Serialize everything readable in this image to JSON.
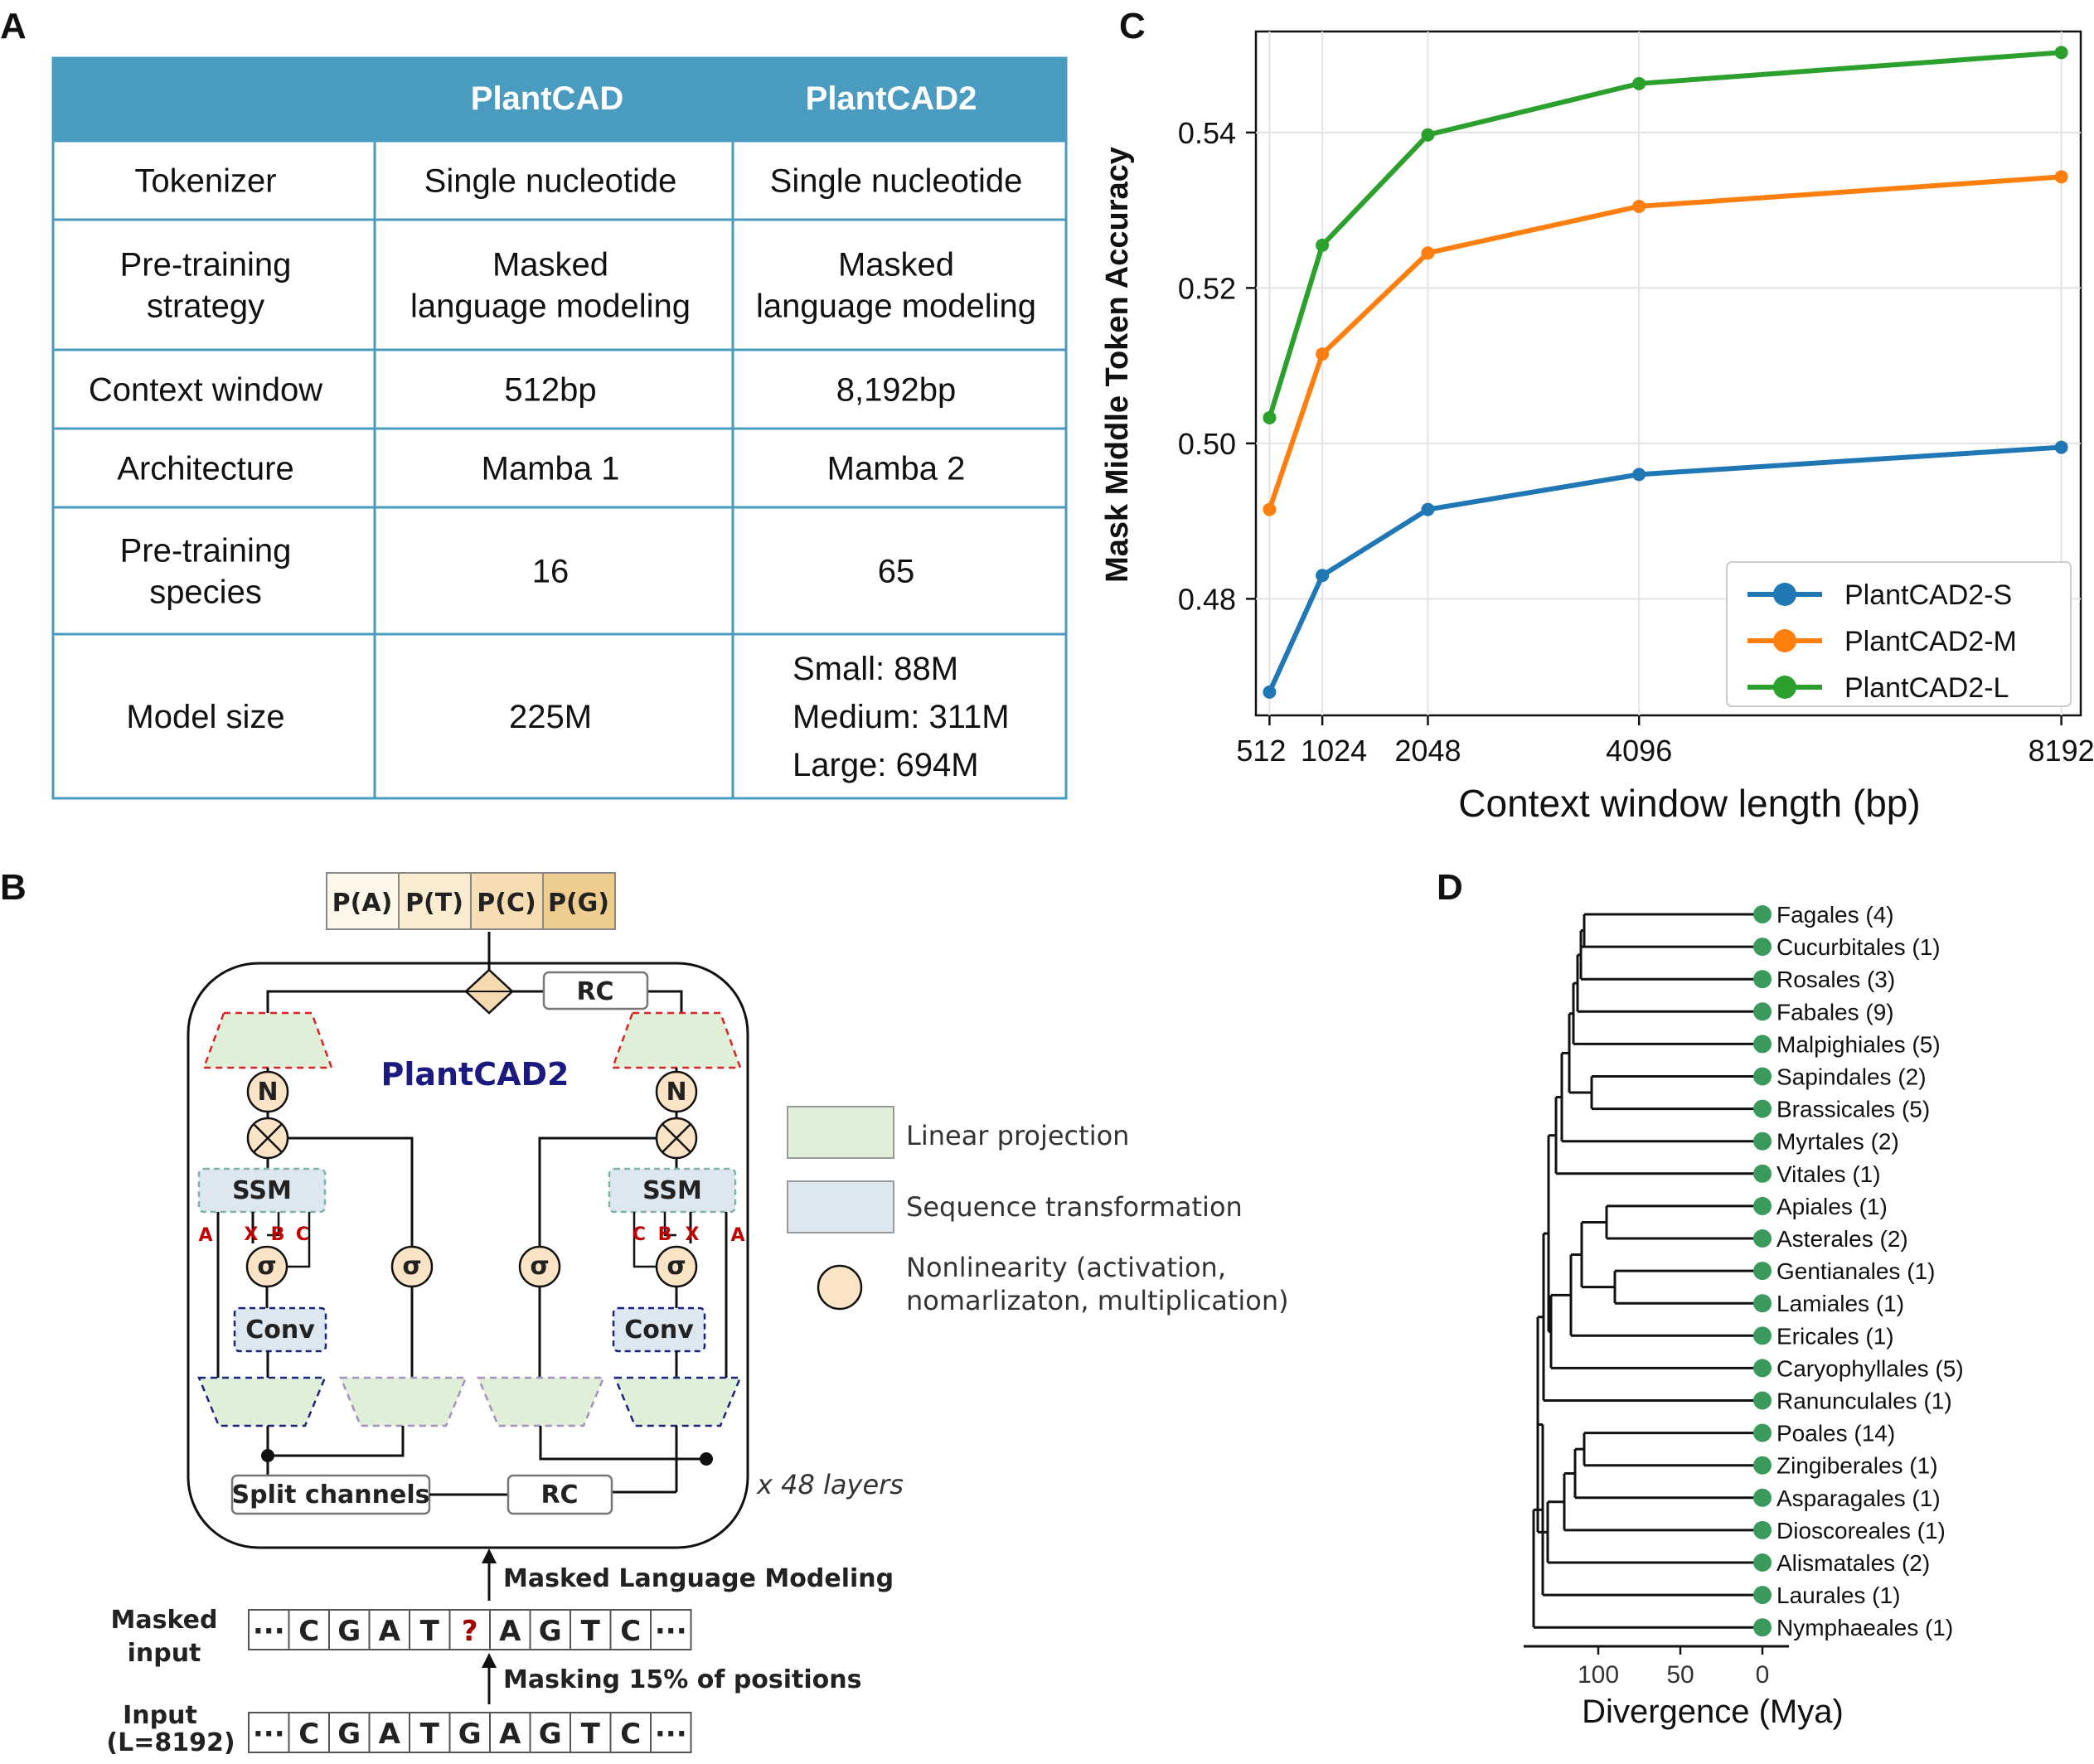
{
  "panels": {
    "A": "A",
    "B": "B",
    "C": "C",
    "D": "D"
  },
  "table": {
    "headers": [
      "",
      "PlantCAD",
      "PlantCAD2"
    ],
    "header_color": "#4a9bc0",
    "rows": [
      {
        "label": [
          "Tokenizer"
        ],
        "plantcad": [
          "Single nucleotide"
        ],
        "plantcad2": [
          "Single nucleotide"
        ]
      },
      {
        "label": [
          "Pre-training",
          "strategy"
        ],
        "plantcad": [
          "Masked",
          "language modeling"
        ],
        "plantcad2": [
          "Masked",
          "language modeling"
        ]
      },
      {
        "label": [
          "Context window"
        ],
        "plantcad": [
          "512bp"
        ],
        "plantcad2": [
          "8,192bp"
        ]
      },
      {
        "label": [
          "Architecture"
        ],
        "plantcad": [
          "Mamba 1"
        ],
        "plantcad2": [
          "Mamba 2"
        ]
      },
      {
        "label": [
          "Pre-training",
          "species"
        ],
        "plantcad": [
          "16"
        ],
        "plantcad2": [
          "65"
        ]
      },
      {
        "label": [
          "Model size"
        ],
        "plantcad": [
          "225M"
        ],
        "plantcad2": [
          "Small: 88M",
          "Medium: 311M",
          "Large: 694M"
        ]
      }
    ]
  },
  "chart_data": {
    "type": "line",
    "x": [
      512,
      1024,
      2048,
      4096,
      8192
    ],
    "xticks": [
      "512",
      "1024",
      "2048",
      "4096",
      "8192"
    ],
    "yticks": [
      "0.48",
      "0.50",
      "0.52",
      "0.54"
    ],
    "xlabel": "Context window length (bp)",
    "ylabel": "Mask Middle Token Accuracy",
    "xlim": [
      380,
      8380
    ],
    "ylim": [
      0.465,
      0.553
    ],
    "grid": true,
    "legend_position": "bottom-right",
    "series": [
      {
        "name": "PlantCAD2-S",
        "color": "#1f77b4",
        "values": [
          0.468,
          0.483,
          0.4915,
          0.496,
          0.4995
        ]
      },
      {
        "name": "PlantCAD2-M",
        "color": "#ff7f0e",
        "values": [
          0.4915,
          0.5115,
          0.5245,
          0.5305,
          0.5343
        ]
      },
      {
        "name": "PlantCAD2-L",
        "color": "#2ca02c",
        "values": [
          0.5033,
          0.5255,
          0.5397,
          0.5463,
          0.5503
        ]
      }
    ]
  },
  "diagram": {
    "outputs": [
      "P(A)",
      "P(T)",
      "P(C)",
      "P(G)"
    ],
    "title": "PlantCAD2",
    "rc_label": "RC",
    "split_label": "Split channels",
    "ssm_label": "SSM",
    "conv_label": "Conv",
    "norm_label": "N",
    "sigma": "σ",
    "red_letters": {
      "a": "A",
      "x": "X",
      "b": "B",
      "c": "C"
    },
    "layers_label": "x 48 layers",
    "mlm_label": "Masked Language Modeling",
    "masking_label": "Masking 15% of positions",
    "masked_input_label": [
      "Masked",
      "input"
    ],
    "input_label": [
      "Input",
      "(L=8192)"
    ],
    "masked_seq": [
      "···",
      "C",
      "G",
      "A",
      "T",
      "?",
      "A",
      "G",
      "T",
      "C",
      "···"
    ],
    "input_seq": [
      "···",
      "C",
      "G",
      "A",
      "T",
      "G",
      "A",
      "G",
      "T",
      "C",
      "···"
    ],
    "legend": [
      {
        "label": [
          "Linear projection"
        ],
        "color": "#e0efd8"
      },
      {
        "label": [
          "Sequence transformation"
        ],
        "color": "#dce7f0"
      },
      {
        "label": [
          "Nonlinearity (activation,",
          "nomarlizaton, multiplication)"
        ],
        "color": "#fbe3c6"
      }
    ]
  },
  "tree": {
    "taxa": [
      "Fagales (4)",
      "Cucurbitales (1)",
      "Rosales (3)",
      "Fabales (9)",
      "Malpighiales (5)",
      "Sapindales (2)",
      "Brassicales (5)",
      "Myrtales (2)",
      "Vitales (1)",
      "Apiales (1)",
      "Asterales (2)",
      "Gentianales (1)",
      "Lamiales (1)",
      "Ericales (1)",
      "Caryophyllales (5)",
      "Ranunculales (1)",
      "Poales (14)",
      "Zingiberales (1)",
      "Asparagales (1)",
      "Dioscoreales (1)",
      "Alismatales (2)",
      "Laurales (1)",
      "Nymphaeales (1)"
    ],
    "dot_color": "#3a9a5c",
    "axis_ticks": [
      "100",
      "50",
      "0"
    ],
    "xlabel": "Divergence (Mya)"
  }
}
